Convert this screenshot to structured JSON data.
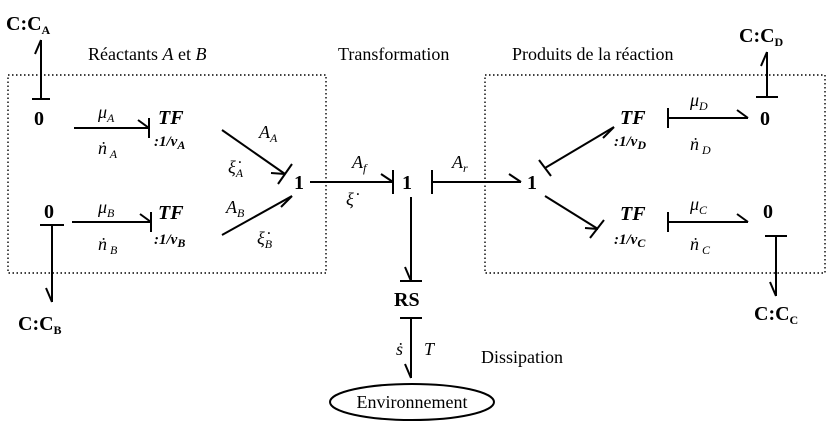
{
  "sections": {
    "reactants": "Réactants A et B",
    "transformation": "Transformation",
    "products": "Produits de la réaction",
    "dissipation": "Dissipation"
  },
  "nodes": {
    "c_a": "C:C_A",
    "c_b": "C:C_B",
    "c_c": "C:C_C",
    "c_d": "C:C_D",
    "zero_a": "0",
    "zero_b": "0",
    "zero_c": "0",
    "zero_d": "0",
    "tf_a": "TF :1/ν_A",
    "tf_b": "TF :1/ν_B",
    "tf_c": "TF :1/ν_C",
    "tf_d": "TF :1/ν_D",
    "one_left": "1",
    "one_mid": "1",
    "one_right": "1",
    "rs": "RS",
    "environment": "Environnement"
  },
  "bond_labels": {
    "mu_a": "μ_A",
    "n_a": "ṅ_A",
    "mu_b": "μ_B",
    "n_b": "ṅ_B",
    "mu_c": "μ_C",
    "n_c": "ṅ_C",
    "mu_d": "μ_D",
    "n_d": "ṅ_D",
    "a_a": "A_A",
    "xi_a": "ξ̇_A",
    "a_b": "A_B",
    "xi_b": "ξ̇_B",
    "a_f": "A_f",
    "xi": "ξ̇",
    "a_r": "A_r",
    "s": "ṡ",
    "t": "T"
  }
}
